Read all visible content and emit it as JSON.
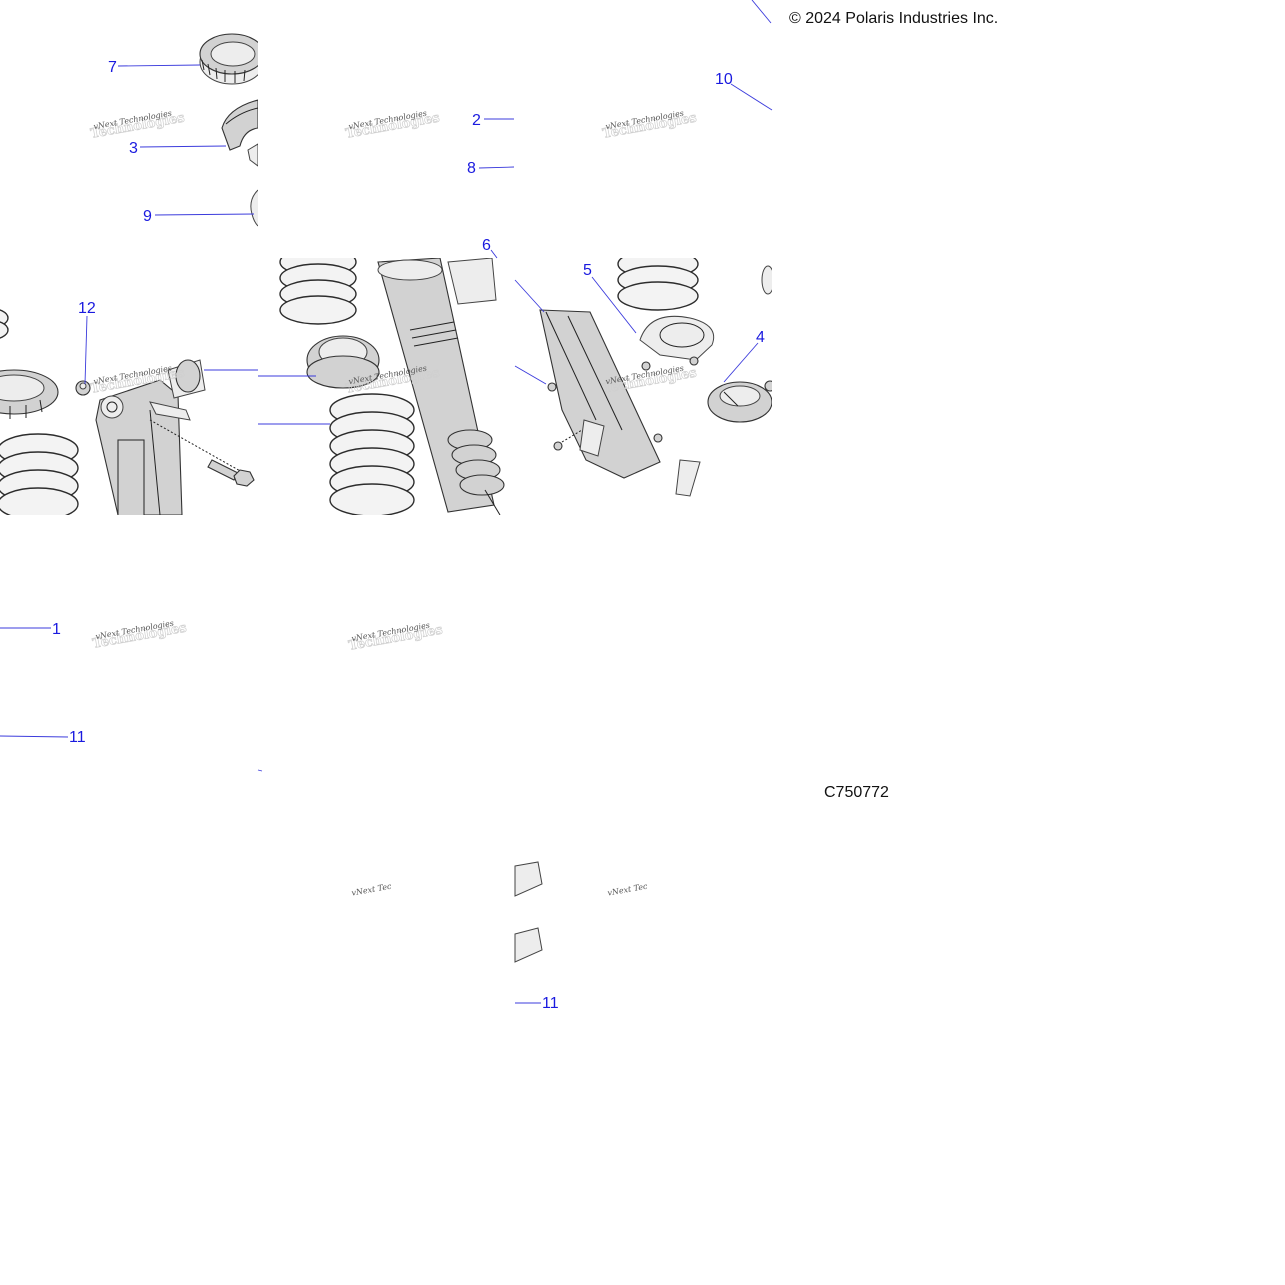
{
  "copyright": "© 2024 Polaris Industries Inc.",
  "diagram_id": "C750772",
  "watermark": {
    "line1": "vNext Technologies",
    "line2": "Technologies",
    "partial": "vNext Tec"
  },
  "callouts": {
    "c7": "7",
    "c3": "3",
    "c9": "9",
    "c2": "2",
    "c8": "8",
    "c10": "10",
    "c6": "6",
    "c5": "5",
    "c4": "4",
    "c12": "12",
    "c1": "1",
    "c11a": "11",
    "c11b": "11"
  }
}
